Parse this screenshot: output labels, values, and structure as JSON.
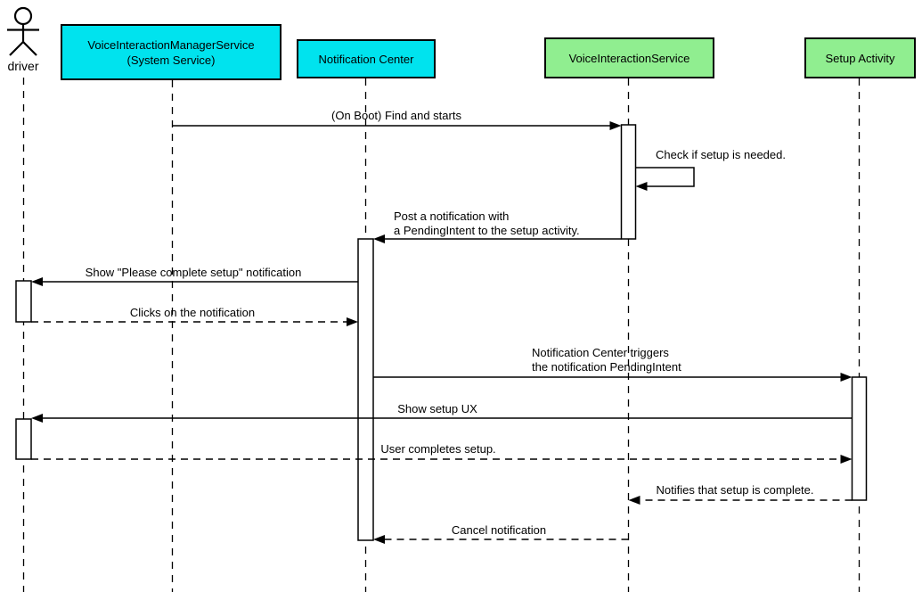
{
  "diagram_type": "uml-sequence-diagram",
  "colors": {
    "service_box_fill": "#00E3EE",
    "component_box_fill": "#90EE90",
    "line_color": "#000000",
    "background": "#ffffff"
  },
  "actors": [
    {
      "id": "driver",
      "label": "driver",
      "kind": "actor"
    },
    {
      "id": "vims",
      "label": "VoiceInteractionManagerService\n(System Service)",
      "kind": "participant",
      "fill": "#00E3EE"
    },
    {
      "id": "notification-center",
      "label": "Notification Center",
      "kind": "participant",
      "fill": "#00E3EE"
    },
    {
      "id": "vis",
      "label": "VoiceInteractionService",
      "kind": "participant",
      "fill": "#90EE90"
    },
    {
      "id": "setup-activity",
      "label": "Setup Activity",
      "kind": "participant",
      "fill": "#90EE90"
    }
  ],
  "messages": [
    {
      "label": "(On Boot) Find and starts",
      "from": "vims",
      "to": "vis",
      "style": "solid"
    },
    {
      "label": "Check if setup is needed.",
      "from": "vis",
      "to": "vis",
      "style": "solid-self"
    },
    {
      "label": "Post a notification with\na PendingIntent to the setup activity.",
      "from": "vis",
      "to": "notification-center",
      "style": "solid"
    },
    {
      "label": "Show \"Please complete setup\" notification",
      "from": "notification-center",
      "to": "driver",
      "style": "solid"
    },
    {
      "label": "Clicks on the notification",
      "from": "driver",
      "to": "notification-center",
      "style": "dashed"
    },
    {
      "label": "Notification Center triggers\nthe notification PendingIntent",
      "from": "notification-center",
      "to": "setup-activity",
      "style": "solid"
    },
    {
      "label": "Show setup UX",
      "from": "setup-activity",
      "to": "driver",
      "style": "solid"
    },
    {
      "label": "User completes setup.",
      "from": "driver",
      "to": "setup-activity",
      "style": "dashed"
    },
    {
      "label": "Notifies that setup is complete.",
      "from": "setup-activity",
      "to": "vis",
      "style": "dashed"
    },
    {
      "label": "Cancel notification",
      "from": "vis",
      "to": "notification-center",
      "style": "dashed"
    }
  ]
}
